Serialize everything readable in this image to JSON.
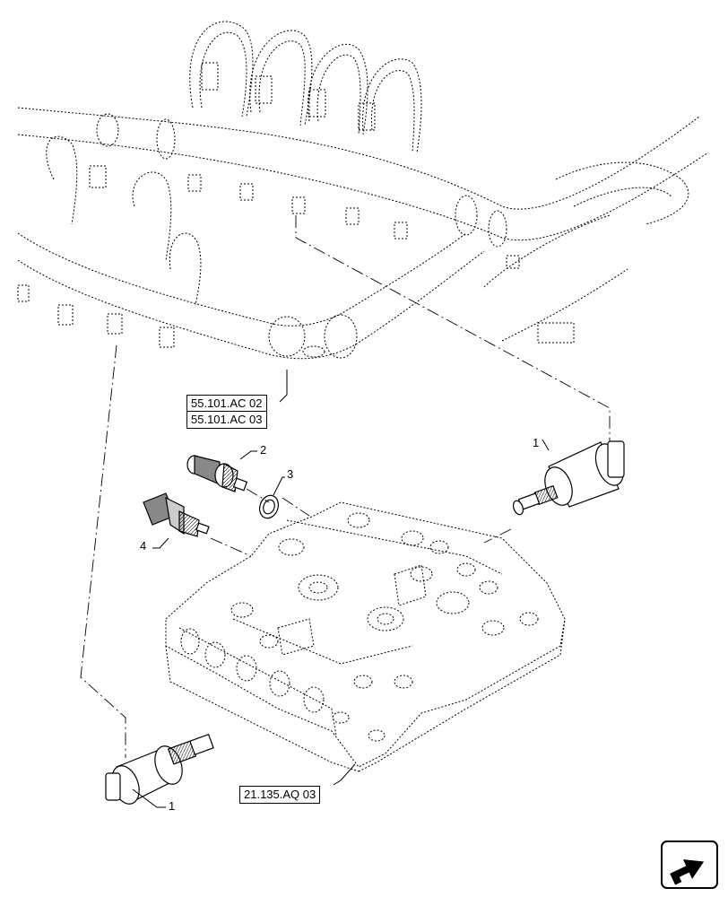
{
  "references": {
    "harness_ref_1": "55.101.AC 02",
    "harness_ref_2": "55.101.AC 03",
    "valve_block_ref": "21.135.AQ 03"
  },
  "callouts": {
    "solenoid_right": "1",
    "pressure_switch": "2",
    "washer": "3",
    "temperature_sensor": "4",
    "solenoid_left": "1"
  },
  "nav": {
    "icon": "next-page-arrow-icon"
  }
}
